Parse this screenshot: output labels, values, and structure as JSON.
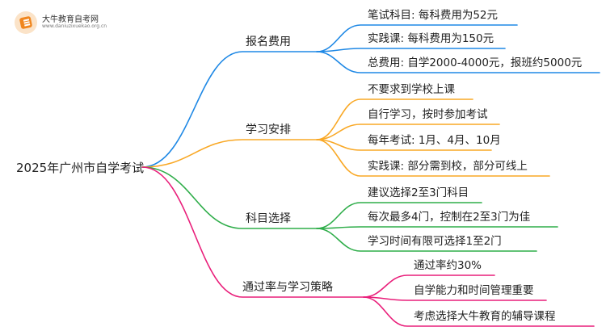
{
  "logo": {
    "name": "大牛教育自考网",
    "url": "www.daniuzixuekao.org.cn"
  },
  "root": "2025年广州市自学考试",
  "branches": [
    {
      "label": "报名费用",
      "color": "#1E88E5",
      "leaves": [
        "笔试科目: 每科费用为52元",
        "实践课: 每科费用为150元",
        "总费用: 自学2000-4000元，报班约5000元"
      ]
    },
    {
      "label": "学习安排",
      "color": "#F9A825",
      "leaves": [
        "不要求到学校上课",
        "自行学习，按时参加考试",
        "每年考试: 1月、4月、10月",
        "实践课: 部分需到校，部分可线上"
      ]
    },
    {
      "label": "科目选择",
      "color": "#2EAD49",
      "leaves": [
        "建议选择2至3门科目",
        "每次最多4门，控制在2至3门为佳",
        "学习时间有限可选择1至2门"
      ]
    },
    {
      "label": "通过率与学习策略",
      "color": "#E91E7A",
      "leaves": [
        "通过率约30%",
        "自学能力和时间管理重要",
        "考虑选择大牛教育的辅导课程"
      ]
    }
  ]
}
